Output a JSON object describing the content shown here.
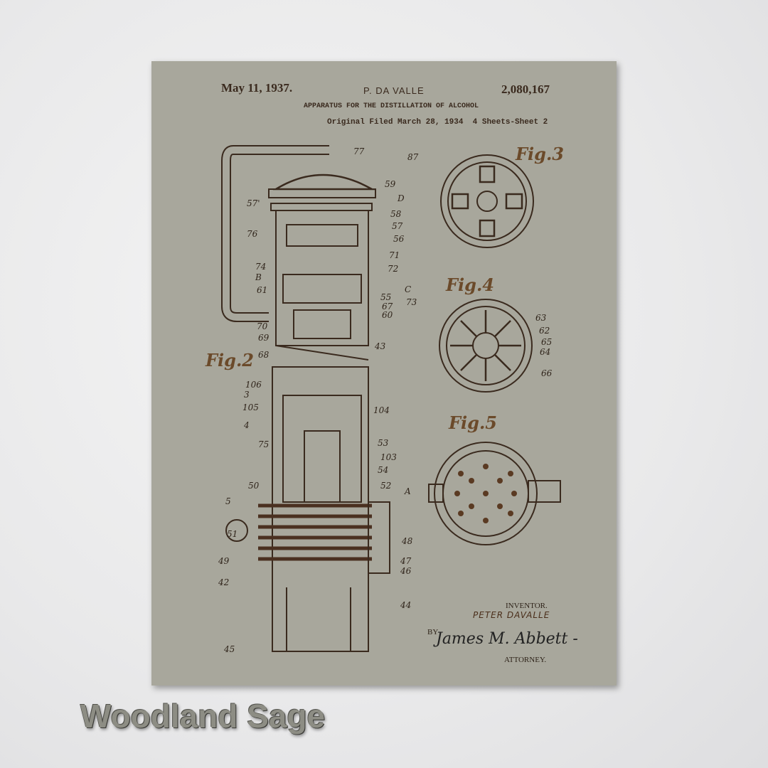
{
  "header": {
    "date": "May 11, 1937.",
    "inventor_short": "P. DA VALLE",
    "patent_number": "2,080,167",
    "title": "APPARATUS FOR THE DISTILLATION OF ALCOHOL",
    "filed": "Original Filed March 28, 1934",
    "sheets": "4 Sheets-Sheet 2"
  },
  "figures": [
    "Fig.2",
    "Fig.3",
    "Fig.4",
    "Fig.5"
  ],
  "part_numbers": [
    "77",
    "87",
    "59",
    "57'",
    "D",
    "58",
    "57",
    "56",
    "76",
    "74",
    "B",
    "61",
    "71",
    "72",
    "C",
    "55",
    "67",
    "60",
    "73",
    "70",
    "69",
    "68",
    "43",
    "106",
    "105",
    "104",
    "3",
    "4",
    "75",
    "53",
    "103",
    "54",
    "52",
    "A",
    "50",
    "5",
    "51",
    "49",
    "42",
    "45",
    "48",
    "47",
    "46",
    "44",
    "63",
    "62",
    "65",
    "64",
    "66"
  ],
  "signature_block": {
    "inventor_label": "INVENTOR.",
    "inventor_name": "PETER DAVALLE",
    "by_label": "BY",
    "signature": "James M. Abbett -",
    "attorney_label": "ATTORNEY."
  },
  "caption": "Woodland Sage",
  "colors": {
    "print_background": "#a8a79c",
    "ink": "#3a2a1e",
    "copper": "#6b4a2a"
  }
}
